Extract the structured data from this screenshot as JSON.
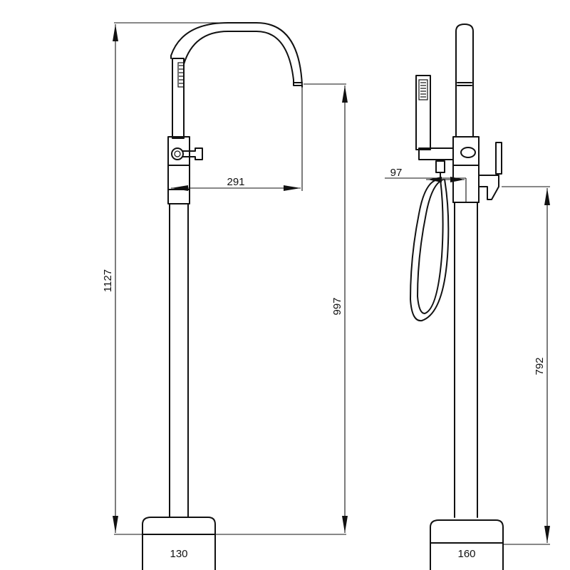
{
  "colors": {
    "line": "#111111",
    "background": "#ffffff"
  },
  "dimensions": {
    "total_height": "1127",
    "spout_reach": "291",
    "spout_outlet_height": "997",
    "base_width_front": "130",
    "handshower_offset": "97",
    "lever_height": "792",
    "base_width_side": "160"
  }
}
